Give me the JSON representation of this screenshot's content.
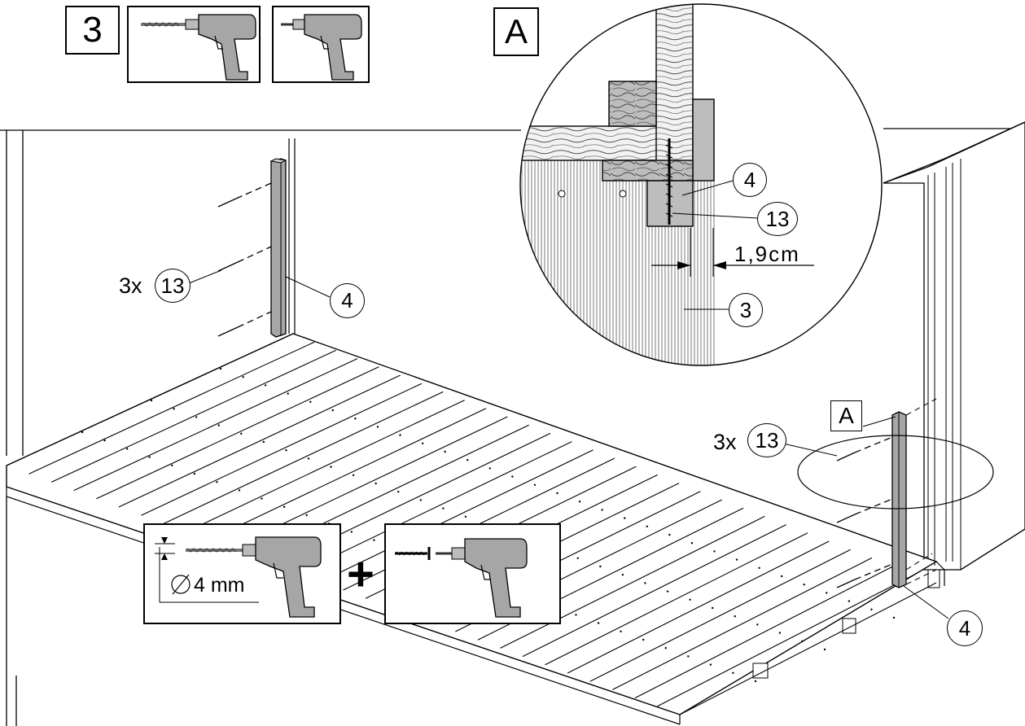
{
  "step": {
    "number": "3",
    "tool_icons": [
      "drill-bit-icon",
      "screwdriver-bit-icon"
    ]
  },
  "detail_marker": "A",
  "detail": {
    "part_4": "4",
    "part_13": "13",
    "part_3": "3",
    "measurement": "1,9cm"
  },
  "left_post": {
    "quantity": "3x",
    "screw_part": "13",
    "post_part": "4"
  },
  "right_post": {
    "marker": "A",
    "quantity": "3x",
    "screw_part": "13",
    "post_part": "4"
  },
  "instruction": {
    "drill_size": "4 mm",
    "plus_sign": "+"
  },
  "colors": {
    "ink": "#000000",
    "wood_grey": "#a6a6a6",
    "wood_light": "#f0f0f0",
    "hatch": "#555555"
  }
}
